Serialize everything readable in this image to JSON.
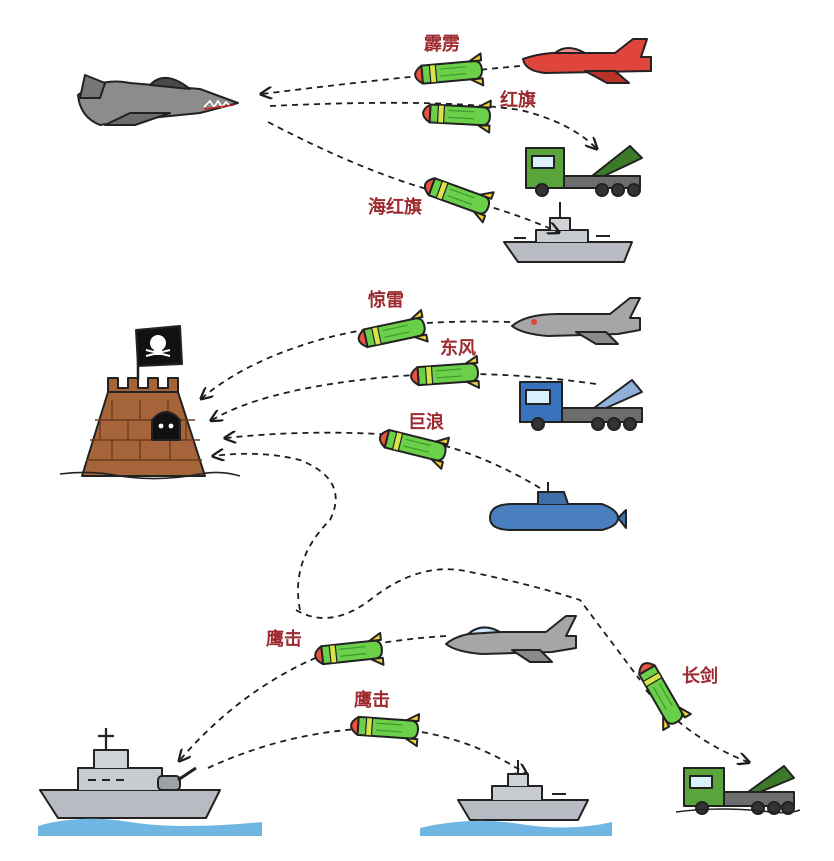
{
  "labels": {
    "pili": "霹雳",
    "hongqi": "红旗",
    "haihongqi": "海红旗",
    "jinglei": "惊雷",
    "dongfeng": "东风",
    "julang": "巨浪",
    "yingji_1": "鹰击",
    "yingji_2": "鹰击",
    "changjian": "长剑"
  },
  "colors": {
    "label": "#9c2a2f",
    "missile_body": "#6ccf4a",
    "missile_nose": "#e8543e",
    "missile_fin": "#f0d23a",
    "sea": "#6fb6e3",
    "fortress": "#a5643a",
    "enemy_jet": "#8c8c8c",
    "red_jet": "#e0453b",
    "truck_green": "#5aa43c",
    "truck_blue": "#3a73bd",
    "submarine": "#4a7fbf",
    "ship": "#b8bcc2"
  },
  "icons": {
    "enemy_jet": "enemy-jet-icon",
    "red_jet": "red-fighter-jet-icon",
    "fortress": "pirate-fortress-icon",
    "skull_flag": "skull-flag-icon",
    "submarine": "submarine-icon"
  }
}
